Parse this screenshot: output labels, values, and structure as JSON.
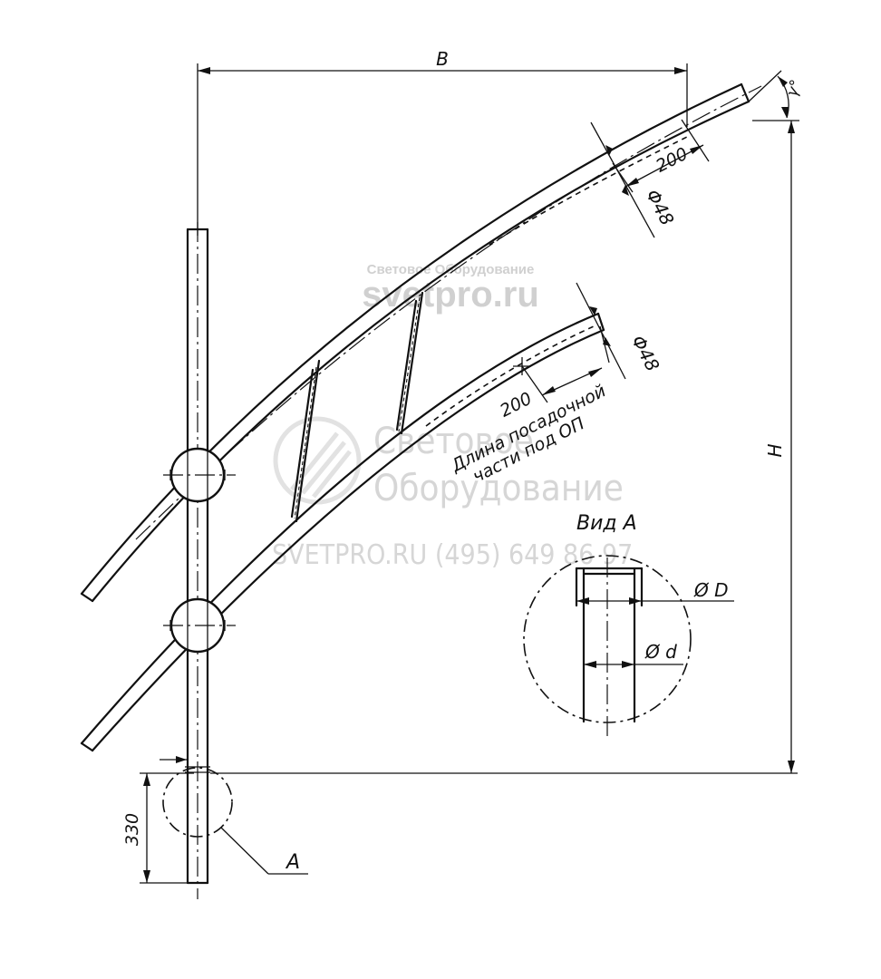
{
  "labels": {
    "dim_b": "B",
    "dim_h": "H",
    "angle": "γ°",
    "dim_200_top": "200",
    "dim_200_lower": "200",
    "dia_48_top": "Φ48",
    "dia_48_lower": "Φ48",
    "fit_length_line1": "Длина посадочной",
    "fit_length_line2": "части под ОП",
    "view_a_title": "Вид А",
    "dia_big_d": "Ø D",
    "dia_small_d": "Ø d",
    "dim_330": "330",
    "callout_a": "А"
  },
  "watermarks": {
    "top_small": "Световое Оборудование",
    "top_big": "svetpro.ru",
    "center_line1": "Световое",
    "center_line2": "Оборудование",
    "center_line3": "SVETPRO.RU   (495) 649 86 97"
  }
}
